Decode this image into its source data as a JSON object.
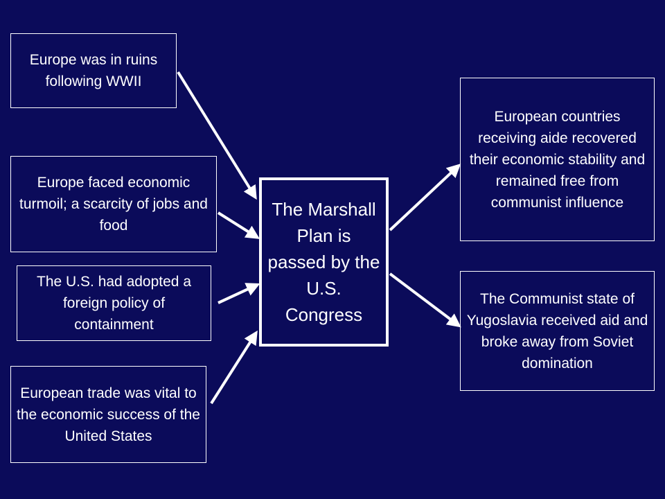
{
  "diagram": {
    "center": "The Marshall Plan is passed by the U.S. Congress",
    "causes": [
      "Europe was in ruins following WWII",
      "Europe faced economic turmoil; a scarcity of jobs and food",
      "The U.S. had adopted a foreign policy of containment",
      "European trade was vital to the economic success of the United States"
    ],
    "effects": [
      "European countries receiving aide recovered their economic stability and remained free from communist influence",
      "The Communist state of Yugoslavia received aid and broke away from Soviet domination"
    ]
  },
  "colors": {
    "background": "#0b0b5a",
    "foreground": "#ffffff"
  }
}
